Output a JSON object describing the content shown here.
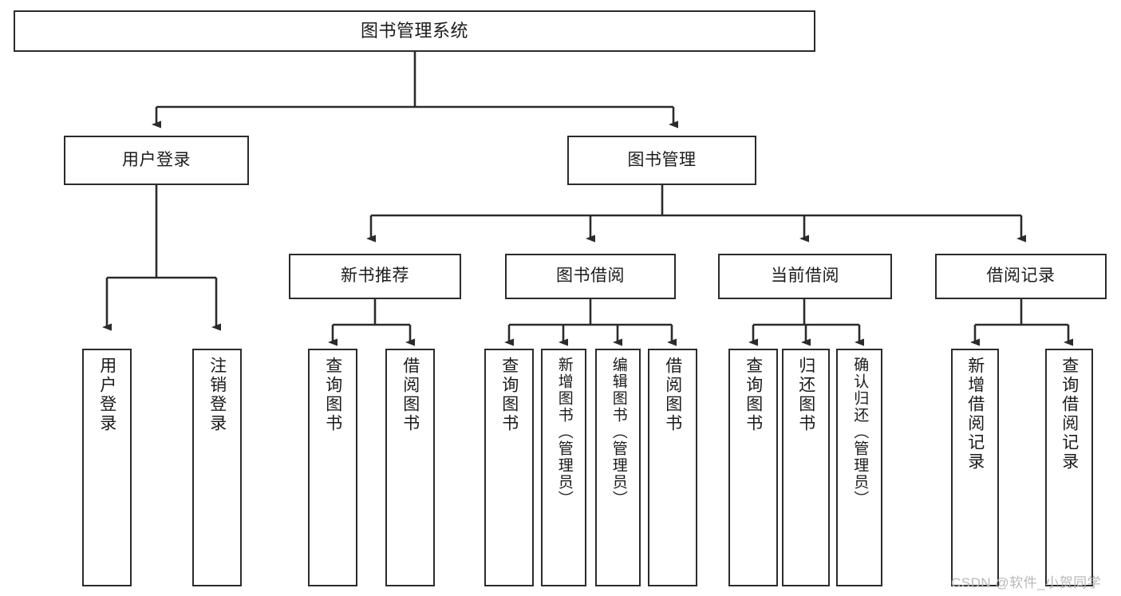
{
  "diagram": {
    "type": "hierarchy-tree",
    "title": "图书管理系统",
    "root": {
      "label": "图书管理系统"
    },
    "level2": [
      {
        "id": "user-login",
        "label": "用户登录"
      },
      {
        "id": "book-management",
        "label": "图书管理"
      }
    ],
    "level3": [
      {
        "id": "new-book-recommend",
        "label": "新书推荐",
        "parent": "book-management"
      },
      {
        "id": "book-borrow",
        "label": "图书借阅",
        "parent": "book-management"
      },
      {
        "id": "current-borrow",
        "label": "当前借阅",
        "parent": "book-management"
      },
      {
        "id": "borrow-record",
        "label": "借阅记录",
        "parent": "book-management"
      }
    ],
    "leaves": [
      {
        "id": "leaf-user-login",
        "label": "用户登录",
        "parent": "user-login"
      },
      {
        "id": "leaf-logout",
        "label": "注销登录",
        "parent": "user-login"
      },
      {
        "id": "leaf-query-book-1",
        "label": "查询图书",
        "parent": "new-book-recommend"
      },
      {
        "id": "leaf-borrow-book-1",
        "label": "借阅图书",
        "parent": "new-book-recommend"
      },
      {
        "id": "leaf-query-book-2",
        "label": "查询图书",
        "parent": "book-borrow"
      },
      {
        "id": "leaf-add-book",
        "label": "新增图书（管理员）",
        "parent": "book-borrow"
      },
      {
        "id": "leaf-edit-book",
        "label": "编辑图书（管理员）",
        "parent": "book-borrow"
      },
      {
        "id": "leaf-borrow-book-2",
        "label": "借阅图书",
        "parent": "book-borrow"
      },
      {
        "id": "leaf-query-book-3",
        "label": "查询图书",
        "parent": "current-borrow"
      },
      {
        "id": "leaf-return-book",
        "label": "归还图书",
        "parent": "current-borrow"
      },
      {
        "id": "leaf-confirm-return",
        "label": "确认归还（管理员）",
        "parent": "current-borrow"
      },
      {
        "id": "leaf-add-record",
        "label": "新增借阅记录",
        "parent": "borrow-record"
      },
      {
        "id": "leaf-query-record",
        "label": "查询借阅记录",
        "parent": "borrow-record"
      }
    ]
  },
  "watermark": {
    "text": "CSDN @软件_小贺同学"
  },
  "colors": {
    "stroke": "#2b2b2b",
    "fill": "#ffffff",
    "text": "#1b1b1b",
    "watermark": "#b9b9b9"
  }
}
